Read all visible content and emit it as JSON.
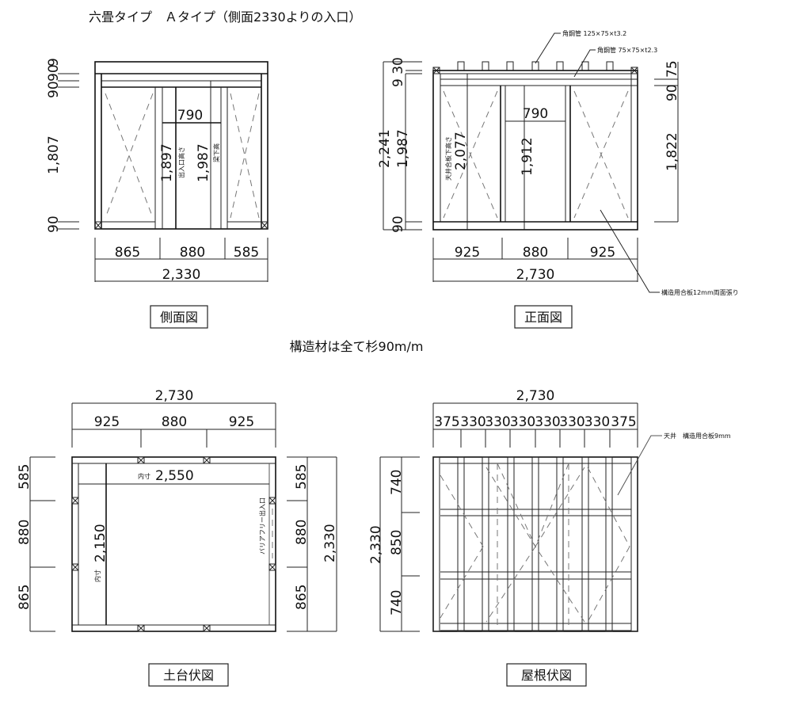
{
  "title": "六畳タイプ　Ａタイプ（側面2330よりの入口）",
  "note": "構造材は全て杉90m/m",
  "side_view": {
    "caption": "側面図",
    "left_dims": [
      "9",
      "90",
      "90",
      "1,807",
      "90"
    ],
    "door_width": "790",
    "door_height": "1,897",
    "door_height_label": "出入口高さ",
    "beam_height": "1,987",
    "beam_height_label": "梁下高",
    "bottom_dims": [
      "865",
      "880",
      "585"
    ],
    "total_width": "2,330"
  },
  "front_view": {
    "caption": "正面図",
    "left_dims": {
      "total": "2,241",
      "top": "9 30",
      "middle": "1,987",
      "bottom": "90"
    },
    "right_dims": [
      "75",
      "90",
      "1,822"
    ],
    "door_width": "790",
    "door_height": "1,912",
    "ceiling_height": "2,077",
    "ceiling_height_label": "天井合板下高さ",
    "bottom_dims": [
      "925",
      "880",
      "925"
    ],
    "total_width": "2,730",
    "callouts": [
      "角鋼管 125×75×t3.2",
      "角鋼管 75×75×t2.3",
      "構造用合板12mm両面張り"
    ]
  },
  "foundation_plan": {
    "caption": "土台伏図",
    "total_width": "2,730",
    "top_dims": [
      "925",
      "880",
      "925"
    ],
    "inner_width_label": "内寸",
    "inner_width": "2,550",
    "inner_depth_label": "内寸",
    "inner_depth": "2,150",
    "left_dims": [
      "585",
      "880",
      "865"
    ],
    "right_dims": [
      "585",
      "880",
      "865"
    ],
    "total_depth": "2,330",
    "entrance_label": "バリアフリー出入口"
  },
  "roof_plan": {
    "caption": "屋根伏図",
    "total_width": "2,730",
    "top_dims": [
      "375",
      "330",
      "330",
      "330",
      "330",
      "330",
      "330",
      "375"
    ],
    "left_dims": [
      "740",
      "850",
      "740"
    ],
    "total_depth": "2,330",
    "callout": "天井　構造用合板9mm"
  }
}
